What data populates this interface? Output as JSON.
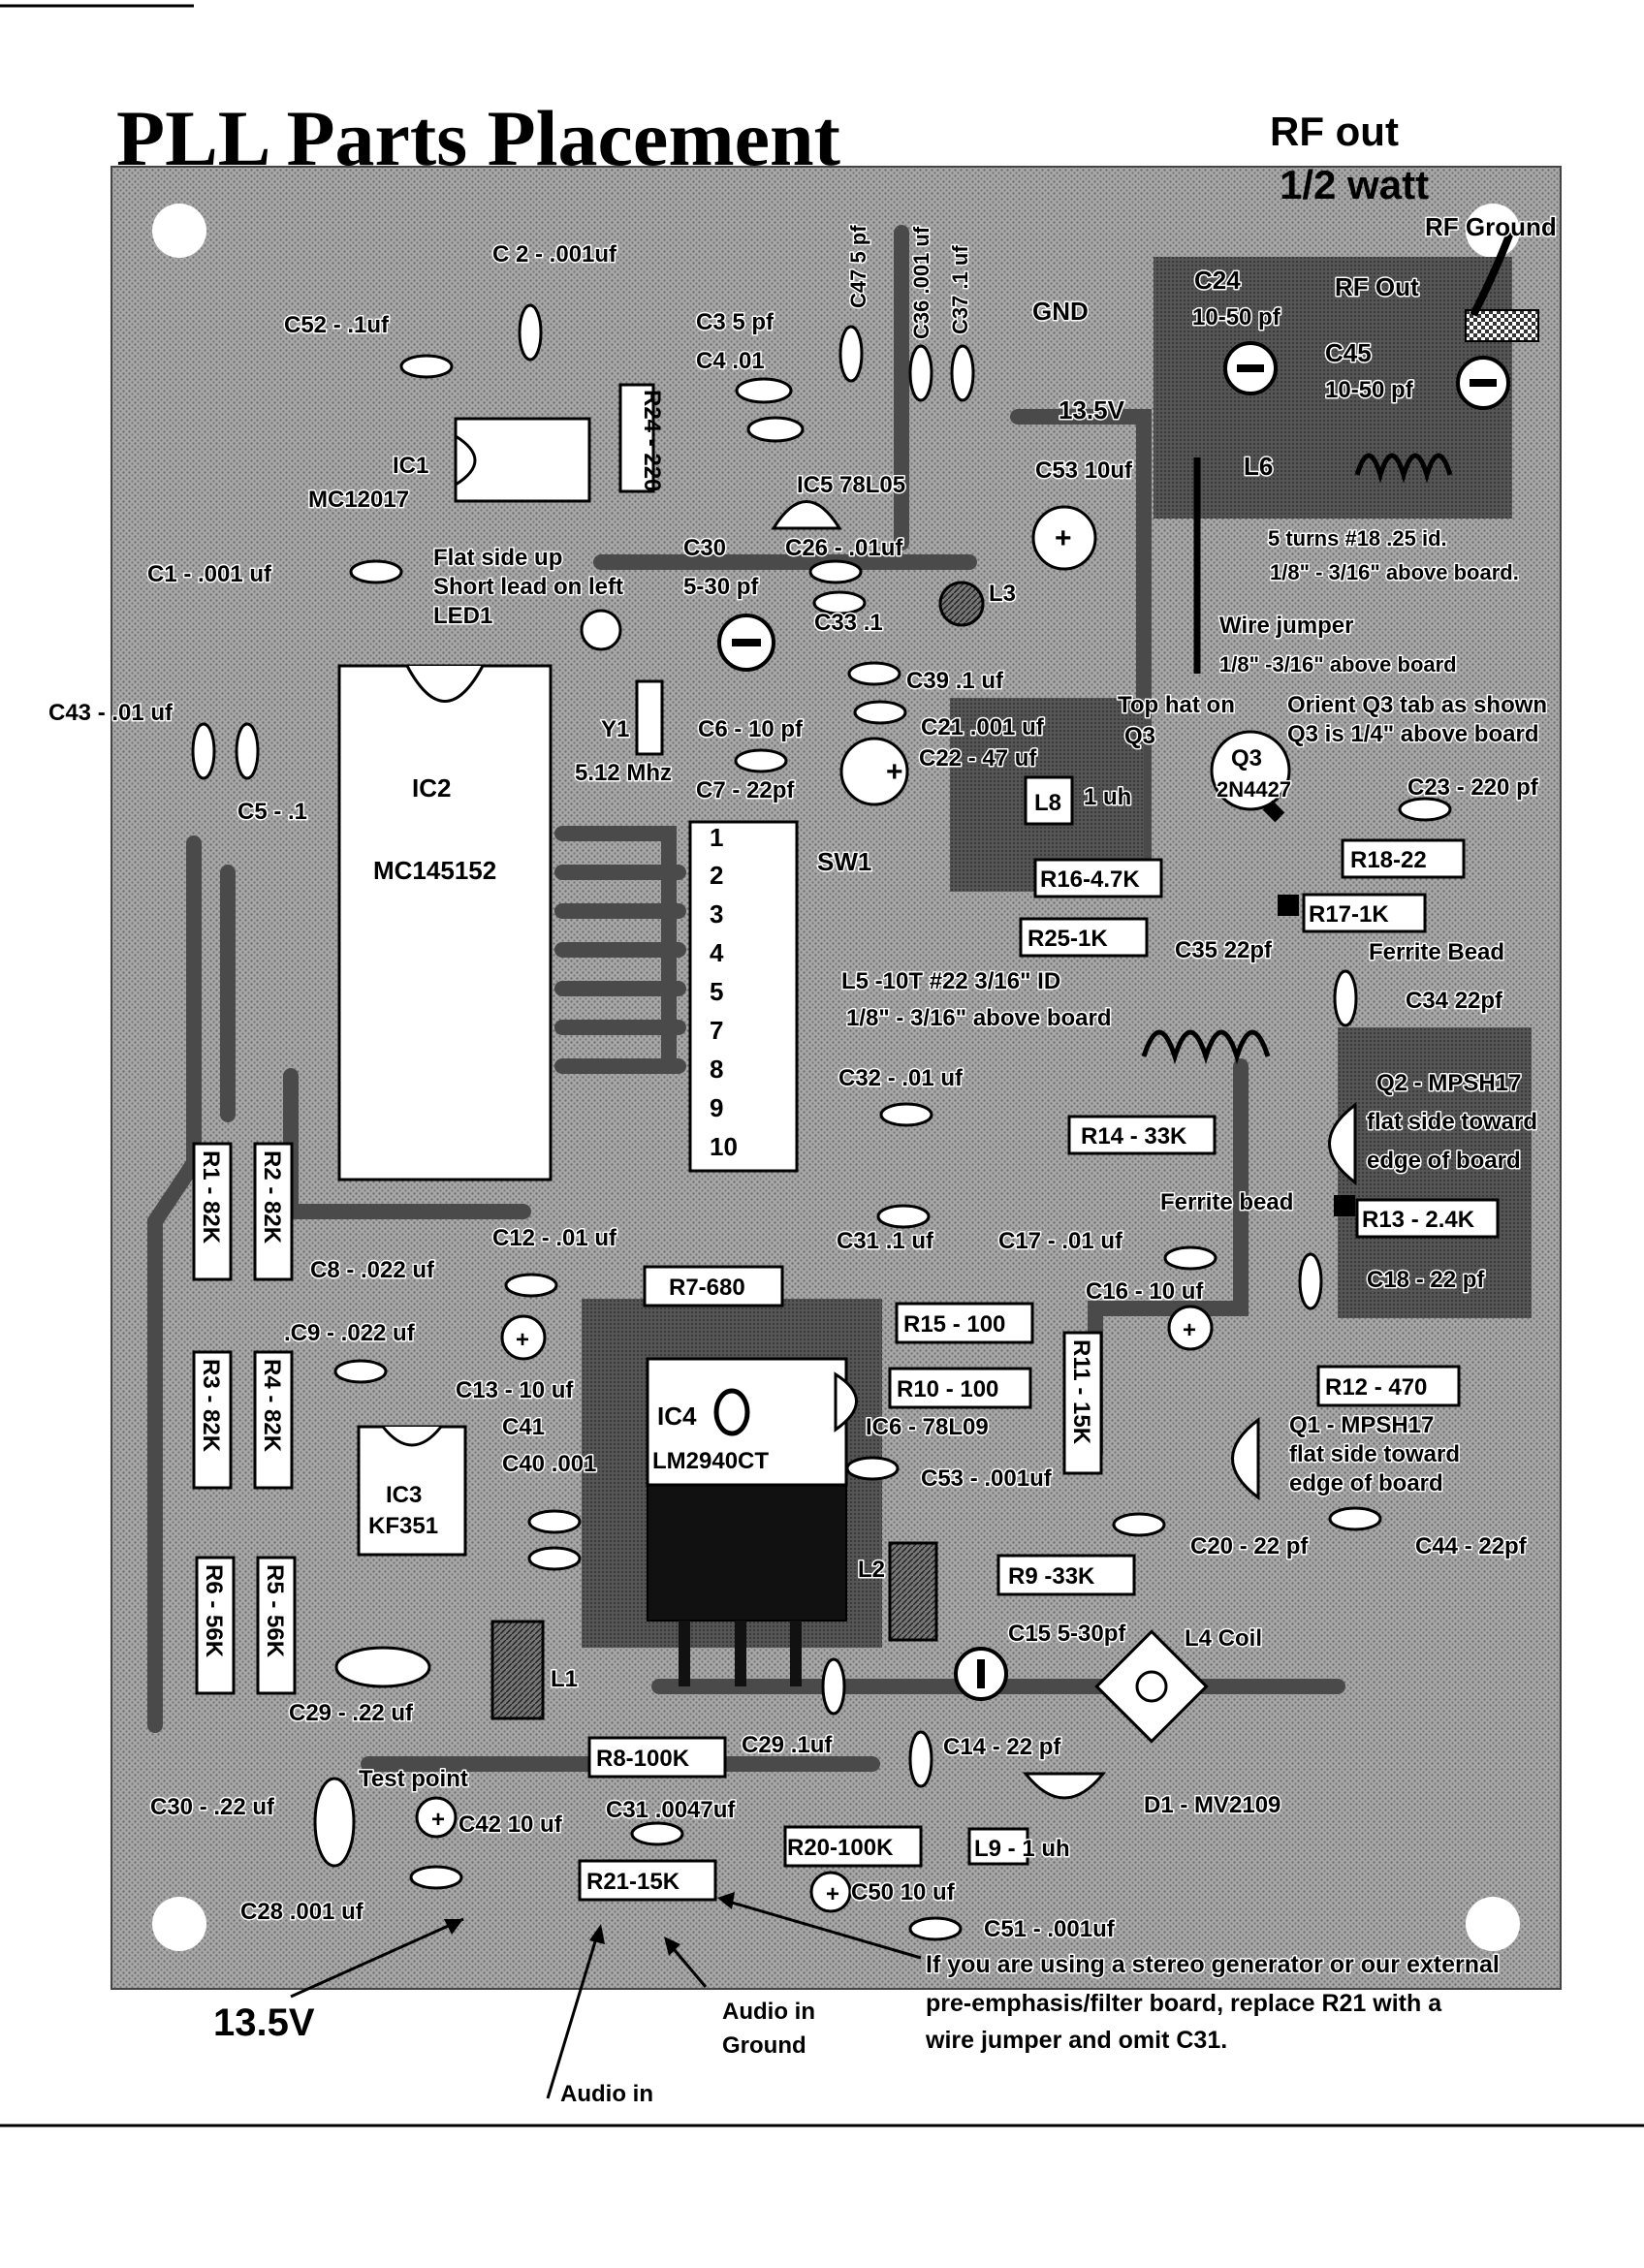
{
  "title": "PLL Parts Placement",
  "rf_out": {
    "line1": "RF out",
    "line2": "1/2 watt"
  },
  "ics": {
    "ic1": {
      "ref": "IC1",
      "part": "MC12017"
    },
    "ic2": {
      "ref": "IC2",
      "part": "MC145152"
    },
    "ic3": {
      "ref": "IC3",
      "part": "KF351"
    },
    "ic4": {
      "ref": "IC4",
      "part": "LM2940CT"
    }
  },
  "switch": {
    "label": "SW1",
    "positions": [
      "1",
      "2",
      "3",
      "4",
      "5",
      "7",
      "8",
      "9",
      "10"
    ]
  },
  "resistors": {
    "r24": "R24 - 220",
    "r16": "R16-4.7K",
    "r25": "R25-1K",
    "r18": "R18-22",
    "r17": "R17-1K",
    "r14": "R14 - 33K",
    "r13": "R13 - 2.4K",
    "r1": "R1 - 82K",
    "r2": "R2 - 82K",
    "r3": "R3 - 82K",
    "r4": "R4 - 82K",
    "r6": "R6 - 56K",
    "r5": "R5 - 56K",
    "r7": "R7-680",
    "r15": "R15 - 100",
    "r10": "R10 - 100",
    "r11": "R11 - 15K",
    "r12": "R12 - 470",
    "r9": "R9 -33K",
    "r8": "R8-100K",
    "r20": "R20-100K",
    "r21": "R21-15K"
  },
  "labels": {
    "c2": "C 2 - .001uf",
    "c52": "C52 - .1uf",
    "c3": "C3  5 pf",
    "c4": "C4  .01",
    "c47": "C47 5 pf",
    "c36": "C36 .001 uf",
    "c37": "C37 .1 uf",
    "gnd": "GND",
    "v135": "13.5V",
    "c24a": "C24",
    "c24b": "10-50 pf",
    "c45a": "C45",
    "c45b": "10-50 pf",
    "rf_out_pad": "RF Out",
    "rf_ground": "RF Ground",
    "l6": "L6",
    "l6_note1": "5 turns #18 .25 id.",
    "l6_note2": "1/8\" - 3/16\"  above board.",
    "ic5": "IC5 78L05",
    "c53top": "C53 10uf",
    "c1": "C1 - .001 uf",
    "flat1": "Flat side up",
    "flat2": "Short lead on left",
    "led1": "LED1",
    "c30a": "C30",
    "c30b": "5-30 pf",
    "c26": "C26 - .01uf",
    "c33": "C33  .1",
    "l3": "L3",
    "wire1": "Wire jumper",
    "wire2": "1/8\" -3/16\" above board",
    "c43": "C43 - .01 uf",
    "y1": "Y1",
    "xtal": "5.12 Mhz",
    "c6": "C6 - 10 pf",
    "c39": "C39  .1 uf",
    "c21": "C21 .001 uf",
    "c22": "C22 - 47 uf",
    "tophat1": "Top hat on",
    "tophat2": "Q3",
    "orient1": "Orient Q3 tab as shown",
    "orient2": "Q3 is 1/4\" above board",
    "c5": "C5 - .1",
    "c7": "C7 - 22pf",
    "l8": "L8",
    "l8v": "1 uh",
    "q3a": "Q3",
    "q3b": "2N4427",
    "c23": "C23 - 220 pf",
    "ferrite_bead1": "Ferrite Bead",
    "c35": "C35  22pf",
    "c34": "C34  22pf",
    "l5a": "L5 -10T #22 3/16\" ID",
    "l5b": "1/8\" - 3/16\" above board",
    "c32": "C32 - .01 uf",
    "q2a": "Q2 - MPSH17",
    "q2b": "flat side toward",
    "q2c": "edge of board",
    "ferrite_bead2": "Ferrite bead",
    "c31top": "C31  .1 uf",
    "c17": "C17 - .01 uf",
    "c18": "C18 - 22  pf",
    "c12": "C12 - .01 uf",
    "c8": "C8 - .022 uf",
    "c16": "C16 - 10 uf",
    "c9": ".C9 - .022 uf",
    "c13": "C13 - 10 uf",
    "c41": "C41",
    "c40": "C40 .001",
    "ic6": "IC6 - 78L09",
    "q1a": "Q1 - MPSH17",
    "q1b": "flat side toward",
    "q1c": "edge of board",
    "c53": "C53 - .001uf",
    "c20": "C20 - 22 pf",
    "c44": "C44 - 22pf",
    "l2": "L2",
    "c15": "C15 5-30pf",
    "l4": "L4  Coil",
    "c29": "C29 - .22 uf",
    "l1": "L1",
    "c29b": "C29 .1uf",
    "c14": "C14 - 22 pf",
    "test_point": "Test point",
    "c30": "C30 - .22 uf",
    "c42": "C42 10 uf",
    "c31": "C31  .0047uf",
    "d1": "D1 - MV2109",
    "l9": "L9 - 1 uh",
    "c28": "C28 .001 uf",
    "c50": "C50 10 uf",
    "c51": "C51 - .001uf",
    "v135b": "13.5V",
    "audio_in_gnd1": "Audio in",
    "audio_in_gnd2": "Ground",
    "audio_in": "Audio in",
    "note1": "If you are using a stereo generator or our external",
    "note2": "pre-emphasis/filter board,  replace R21 with a",
    "note3": "wire jumper and omit C31."
  },
  "colors": {
    "board": "#9a9a9a",
    "ink": "#000000",
    "paper": "#ffffff",
    "trace": "#5a5a5a"
  }
}
